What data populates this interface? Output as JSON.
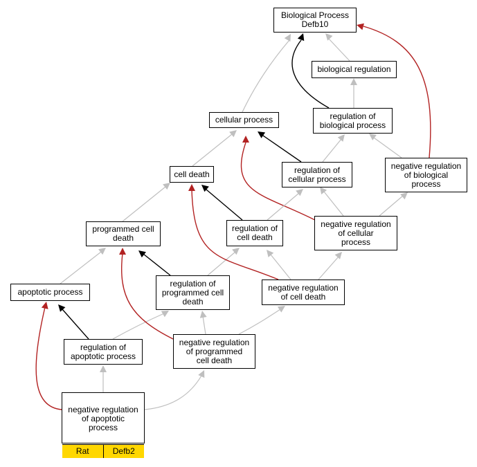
{
  "nodes": {
    "bp": "Biological Process\nDefb10",
    "breg": "biological regulation",
    "cproc": "cellular process",
    "regbio": "regulation of\nbiological process",
    "celldeath": "cell death",
    "regcell": "regulation of\ncellular process",
    "negregbio": "negative regulation\nof biological\nprocess",
    "pcd": "programmed cell\ndeath",
    "regcd": "regulation of\ncell death",
    "negregcell": "negative regulation\nof cellular\nprocess",
    "apop": "apoptotic process",
    "regpcd": "regulation of\nprogrammed cell\ndeath",
    "negregcd": "negative regulation\nof cell death",
    "regapop": "regulation of\napoptotic process",
    "negregpcd": "negative regulation\nof programmed\ncell death",
    "negregapop": "negative regulation\nof apoptotic\nprocess"
  },
  "leaf_tags": [
    "Rat",
    "Defb2"
  ],
  "colors": {
    "is_a": "#bfbfbf",
    "regulates": "#000000",
    "negatively_regulates": "#b22222",
    "tag_fill": "#ffd700"
  }
}
